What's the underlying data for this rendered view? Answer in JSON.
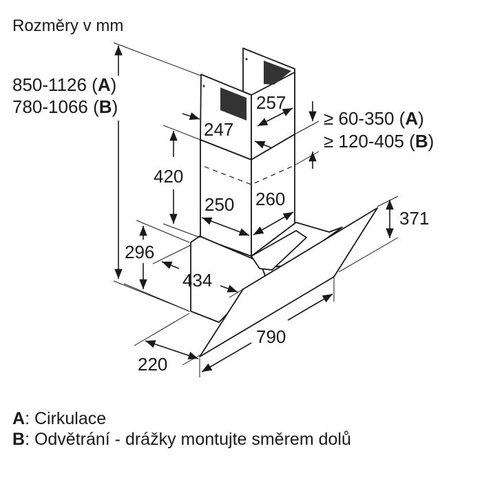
{
  "title": "Rozměry v mm",
  "height_total": {
    "a_range": "850-1126",
    "a_letter": "A",
    "b_range": "780-1066",
    "b_letter": "B"
  },
  "clearance": {
    "a_range": "≥ 60-350",
    "a_letter": "A",
    "b_range": "≥ 120-405",
    "b_letter": "B"
  },
  "dimensions": {
    "upper_chimney_depth": "257",
    "upper_chimney_width": "247",
    "lower_chimney_height": "420",
    "lower_chimney_width": "250",
    "lower_chimney_depth": "260",
    "glass_height": "371",
    "body_height": "296",
    "body_depth": "434",
    "hood_width": "790",
    "glass_depth": "220"
  },
  "legend": [
    {
      "letter": "A",
      "text": ": Cirkulace"
    },
    {
      "letter": "B",
      "text": ": Odvětrání - drážky montujte směrem dolů"
    }
  ]
}
